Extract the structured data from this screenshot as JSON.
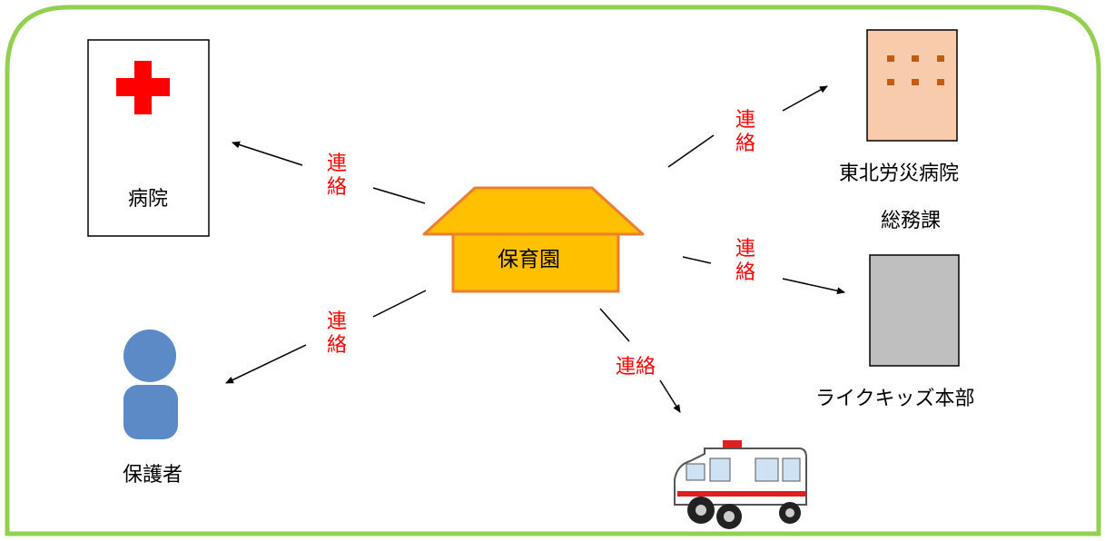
{
  "nodes": {
    "center": "保育園",
    "hospital": "病院",
    "tohoku_line1": "東北労災病院",
    "tohoku_line2": "総務課",
    "hq": "ライクキッズ本部",
    "guardian": "保護者"
  },
  "connector_label": "連絡",
  "connector_chars": {
    "c1": "連",
    "c2": "絡"
  },
  "colors": {
    "frame_border": "#92d050",
    "center_roof": "#ffc000",
    "center_border": "#ed7d31",
    "red_cross": "#ff0000",
    "tohoku_building": "#f8cbad",
    "tohoku_windows": "#c55a11",
    "hq_building": "#bfbfbf",
    "guardian_figure": "#5b8ac6",
    "label_red": "#ff0000"
  }
}
